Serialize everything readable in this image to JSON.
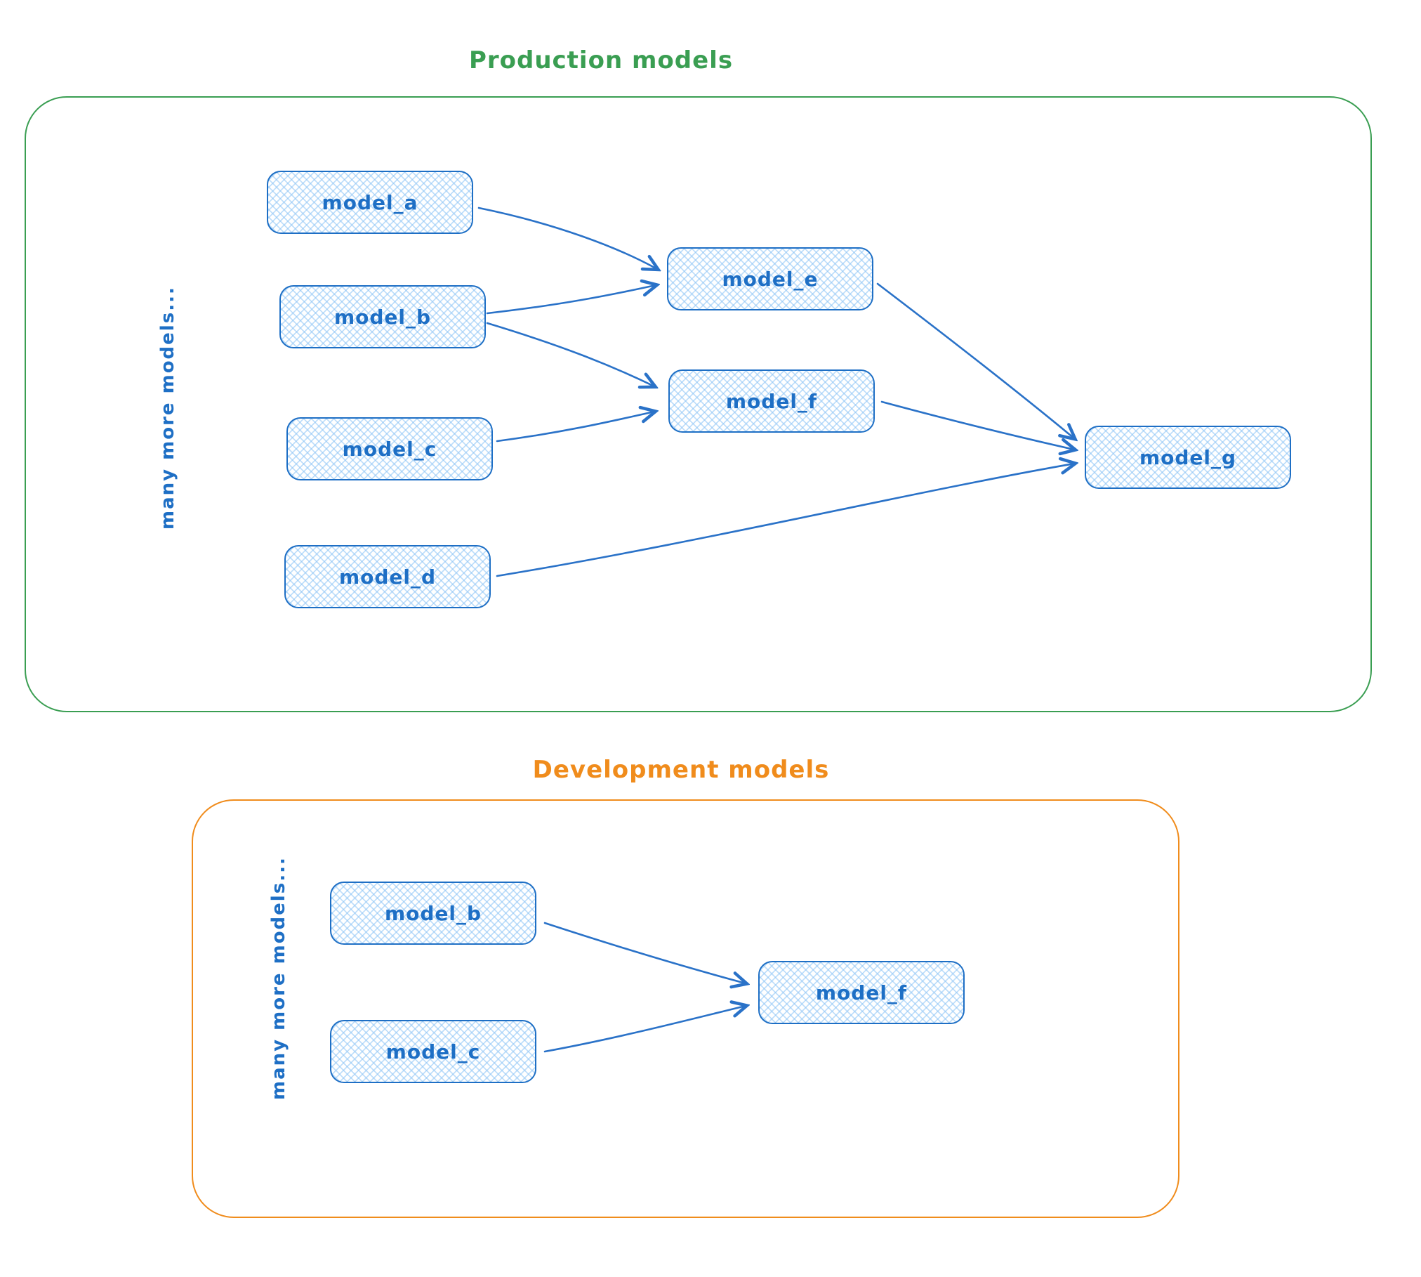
{
  "colors": {
    "production_accent": "#3a9e52",
    "development_accent": "#f08c1c",
    "node_stroke": "#1e6fc5",
    "node_fill_hatch": "#b5d9f6",
    "arrow": "#2a72c8"
  },
  "production": {
    "title": "Production models",
    "side_label": "many more models...",
    "nodes": [
      {
        "id": "model_a",
        "label": "model_a"
      },
      {
        "id": "model_b",
        "label": "model_b"
      },
      {
        "id": "model_c",
        "label": "model_c"
      },
      {
        "id": "model_d",
        "label": "model_d"
      },
      {
        "id": "model_e",
        "label": "model_e"
      },
      {
        "id": "model_f",
        "label": "model_f"
      },
      {
        "id": "model_g",
        "label": "model_g"
      }
    ],
    "edges": [
      {
        "from": "model_a",
        "to": "model_e"
      },
      {
        "from": "model_b",
        "to": "model_e"
      },
      {
        "from": "model_b",
        "to": "model_f"
      },
      {
        "from": "model_c",
        "to": "model_f"
      },
      {
        "from": "model_e",
        "to": "model_g"
      },
      {
        "from": "model_f",
        "to": "model_g"
      },
      {
        "from": "model_d",
        "to": "model_g"
      }
    ]
  },
  "development": {
    "title": "Development models",
    "side_label": "many more models...",
    "nodes": [
      {
        "id": "model_b",
        "label": "model_b"
      },
      {
        "id": "model_c",
        "label": "model_c"
      },
      {
        "id": "model_f",
        "label": "model_f"
      }
    ],
    "edges": [
      {
        "from": "model_b",
        "to": "model_f"
      },
      {
        "from": "model_c",
        "to": "model_f"
      }
    ]
  }
}
